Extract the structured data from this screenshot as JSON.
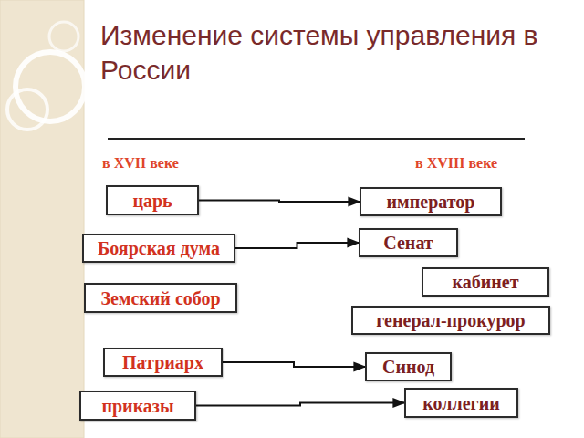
{
  "diagram": {
    "title": "Изменение системы управления в России",
    "nodes": [
      {
        "text": [
          "царь"
        ]
      },
      {
        "text": [
          "император"
        ]
      },
      {
        "text": [
          "Боярская дума"
        ]
      },
      {
        "text": [
          "Сенат"
        ]
      },
      {
        "text": [
          "кабинет"
        ]
      },
      {
        "text": [
          "Земский собор"
        ]
      },
      {
        "text": [
          "генерал-прокурор"
        ]
      },
      {
        "text": [
          "Патриарх"
        ]
      },
      {
        "text": [
          "Синод"
        ]
      },
      {
        "text": [
          "приказы"
        ]
      },
      {
        "text": [
          "коллегии"
        ]
      }
    ],
    "edges": [
      {
        "from": 0,
        "to": 1,
        "arrow": "to"
      },
      {
        "from": 2,
        "to": 3,
        "arrow": "to"
      },
      {
        "from": 7,
        "to": 8,
        "arrow": "to"
      },
      {
        "from": 9,
        "to": 10,
        "arrow": "to"
      }
    ],
    "labels": [
      "в XVII веке",
      "в XVIII веке"
    ]
  }
}
